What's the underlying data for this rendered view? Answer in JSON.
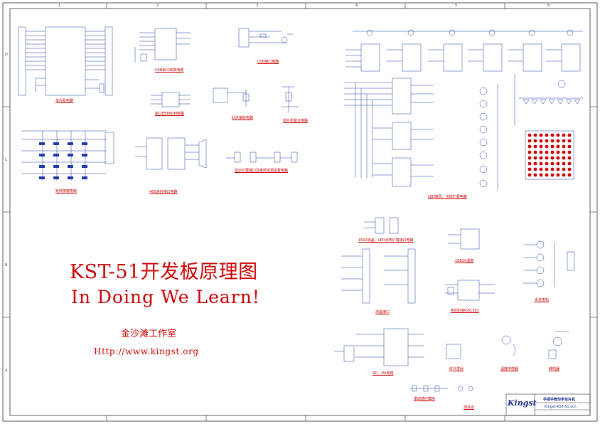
{
  "title": "KST-51开发板原理图",
  "subtitle": "In Doing We Learn!",
  "studio": "金沙滩工作室",
  "url": "Http://www.kingst.org",
  "title_block": {
    "brand": "Kingst",
    "project": "手把手教你学单片机",
    "file": "Kingst-KST-51.sch"
  },
  "frame": {
    "columns": [
      "1",
      "2",
      "3",
      "4",
      "5",
      "6"
    ],
    "rows": [
      "D",
      "C",
      "B",
      "A"
    ]
  },
  "section_labels": {
    "mcu": "单片机电路",
    "usb_serial": "USB串口转换电路",
    "usb_port": "USB接口电路",
    "eeprom": "串口EEPROM电路",
    "ir": "红外接收电路",
    "reset": "单片机复位电路",
    "keypad": "矩阵按键电路",
    "rs485": "485通信接口电路",
    "expansion": "显示扩展端口及系统资源设置电路",
    "led_matrix": "LED数码、点阵扩展电路",
    "lcd1602": "1602液晶、LED点阵扩展接口电路",
    "rtc": "实时时钟DS1302",
    "lcd_port": "液晶接口",
    "ds18b20": "18B20温度",
    "motor": "步进电机",
    "adc": "AD、DA电路",
    "ir_send": "红外发射",
    "temp": "温度传感器",
    "buzzer": "蜂鸣器",
    "vibration": "振动感应模块",
    "testpoint": "测试点"
  },
  "colors": {
    "red": "#cc0000",
    "blue": "#1a2f8a",
    "wire": "#1f3aa8",
    "frame": "#333333"
  }
}
